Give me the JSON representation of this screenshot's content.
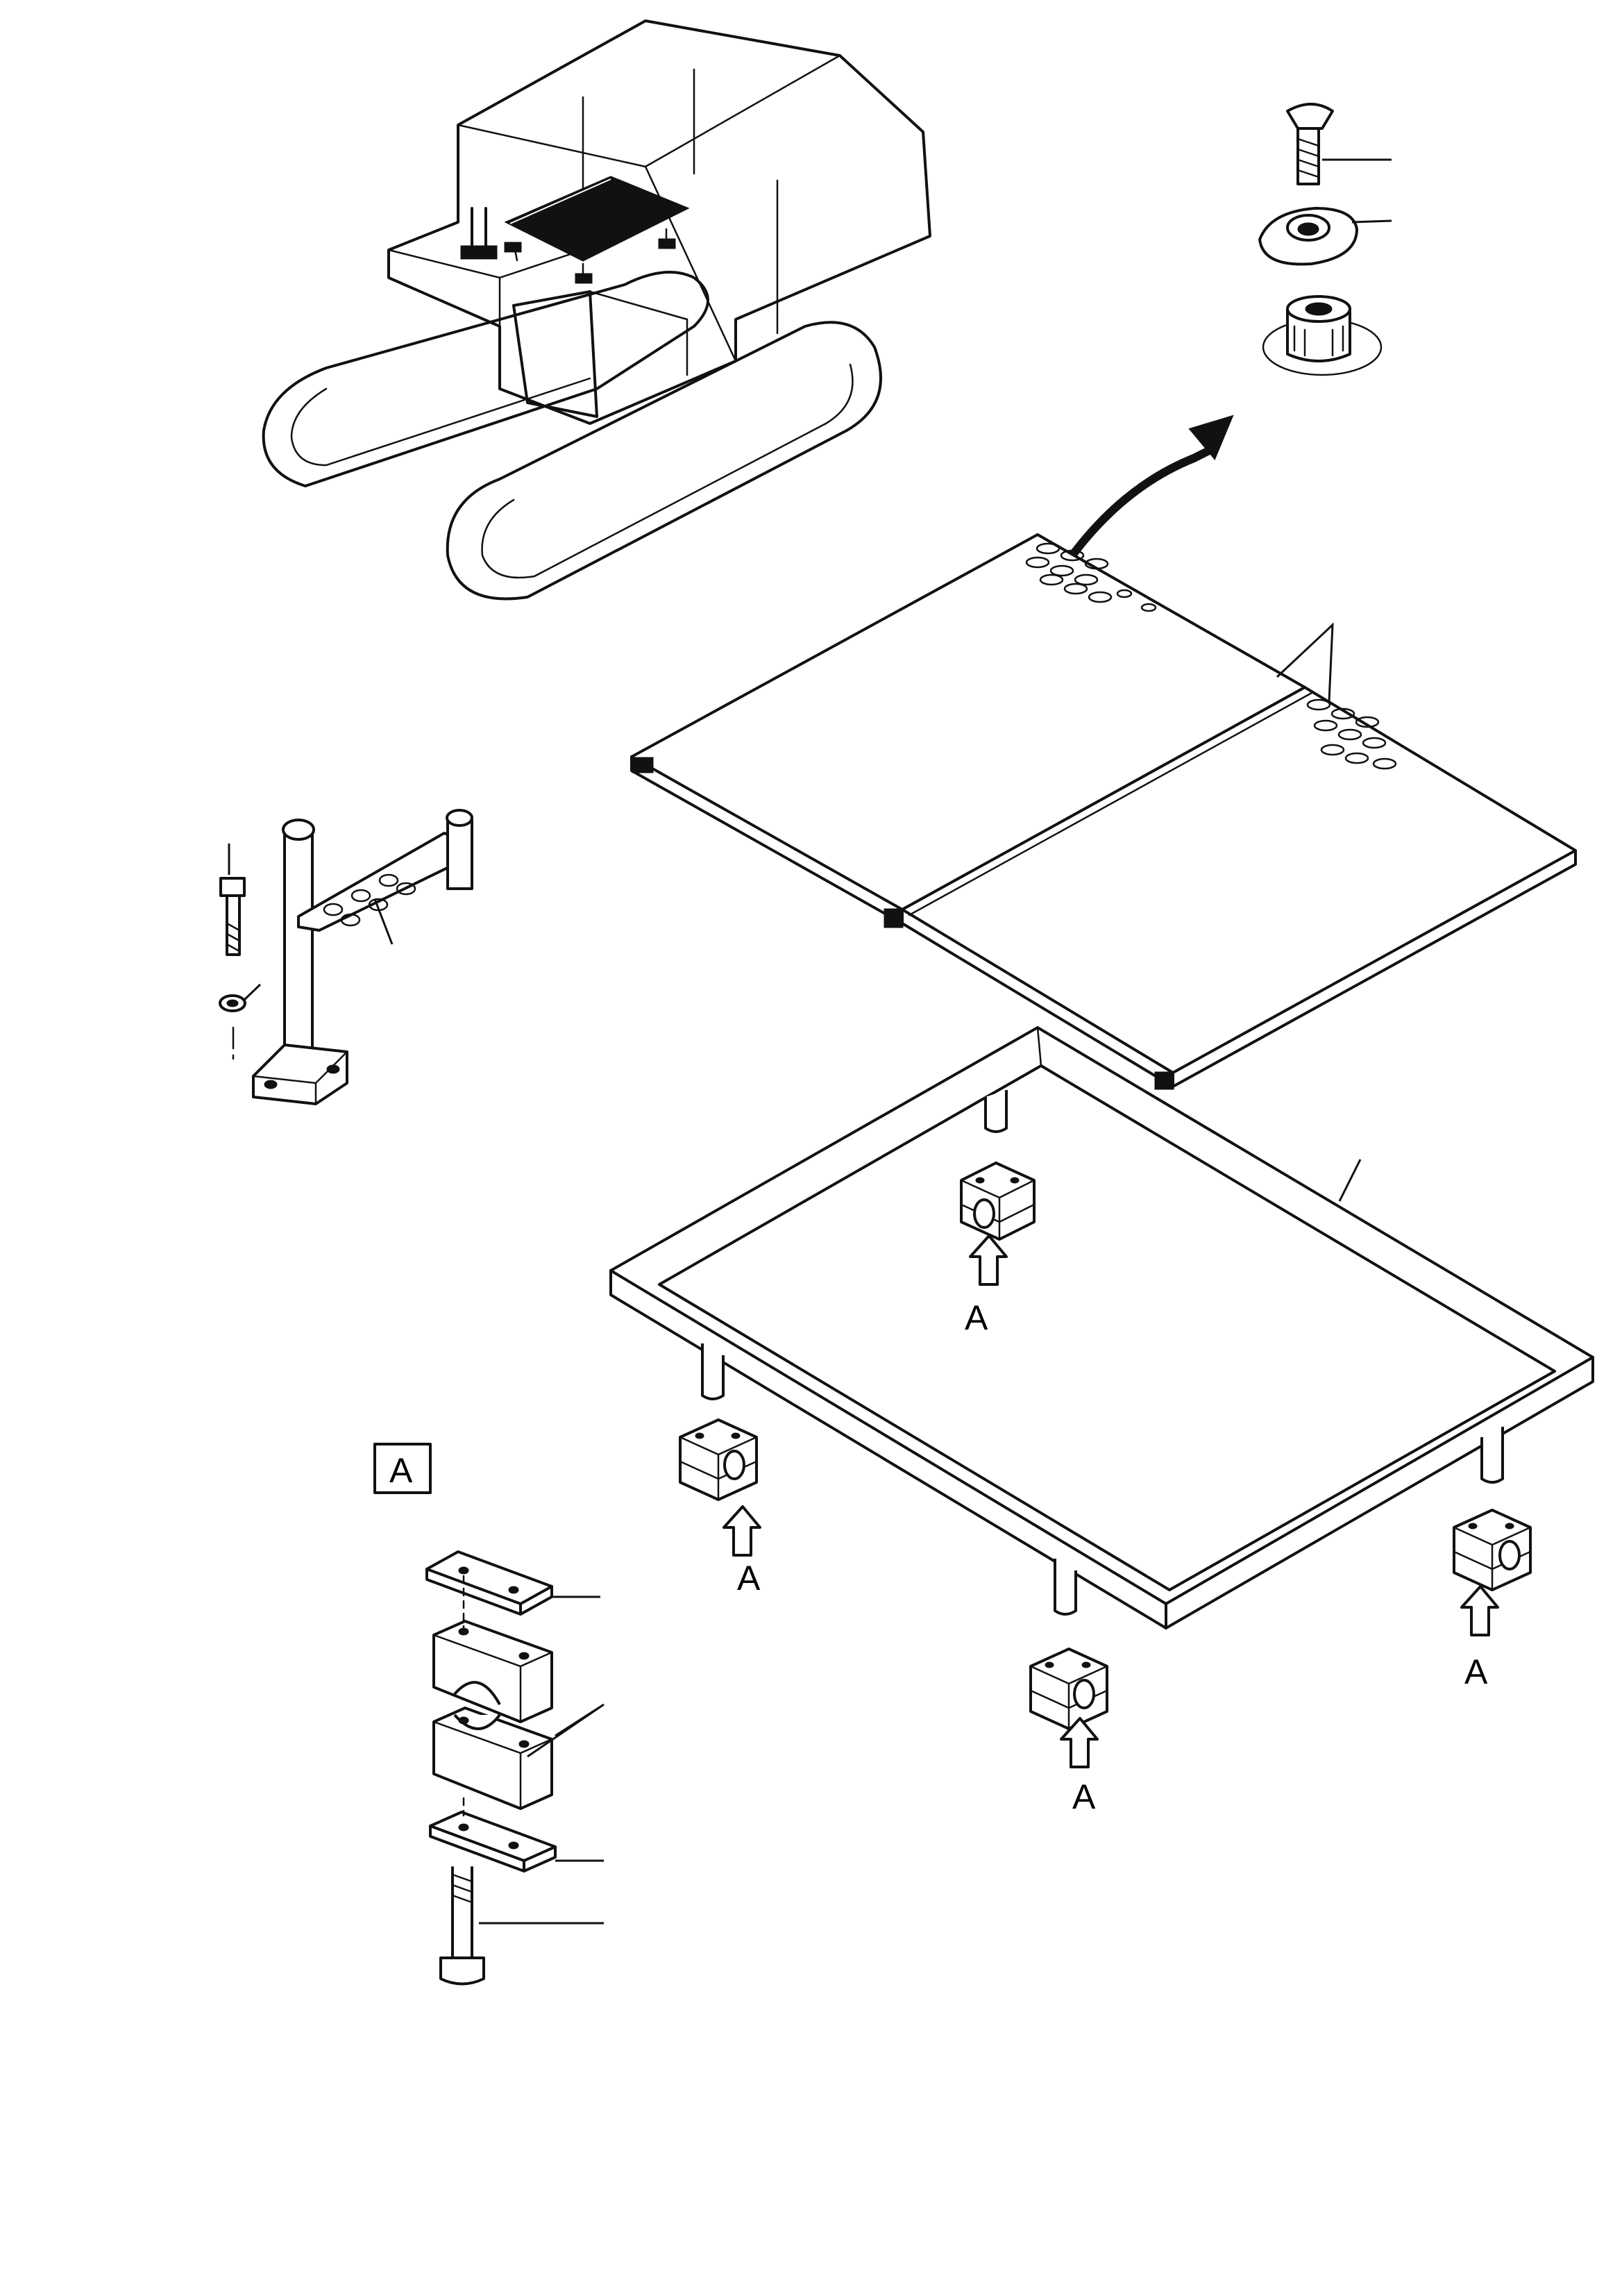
{
  "figure": {
    "detail_box_label": "A",
    "clamp_labels": [
      "A",
      "A",
      "A",
      "A"
    ]
  },
  "icons": {
    "arrow": "curved-arrow-icon",
    "up_arrow": "up-arrow-icon"
  },
  "colors": {
    "line": "#111111",
    "background": "#ffffff"
  }
}
